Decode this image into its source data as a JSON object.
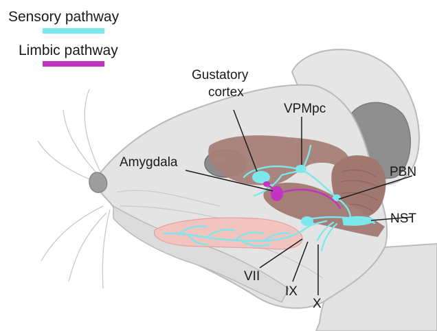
{
  "legend": {
    "sensory": {
      "label": "Sensory pathway",
      "color": "#7de8ec"
    },
    "limbic": {
      "label": "Limbic pathway",
      "color": "#c233c2"
    }
  },
  "labels": {
    "gustatory_line1": "Gustatory",
    "gustatory_line2": "cortex",
    "vpmpc": "VPMpc",
    "amygdala": "Amygdala",
    "pbn": "PBN",
    "nst": "NST",
    "vii": "VII",
    "ix": "IX",
    "x": "X"
  },
  "colors": {
    "head_fill": "#e4e4e4",
    "head_outline": "#b9b9b9",
    "brain": "#a67f78",
    "tongue": "#f2c4c0",
    "eye": "#8c8c8c",
    "text": "#1a1a1a"
  }
}
